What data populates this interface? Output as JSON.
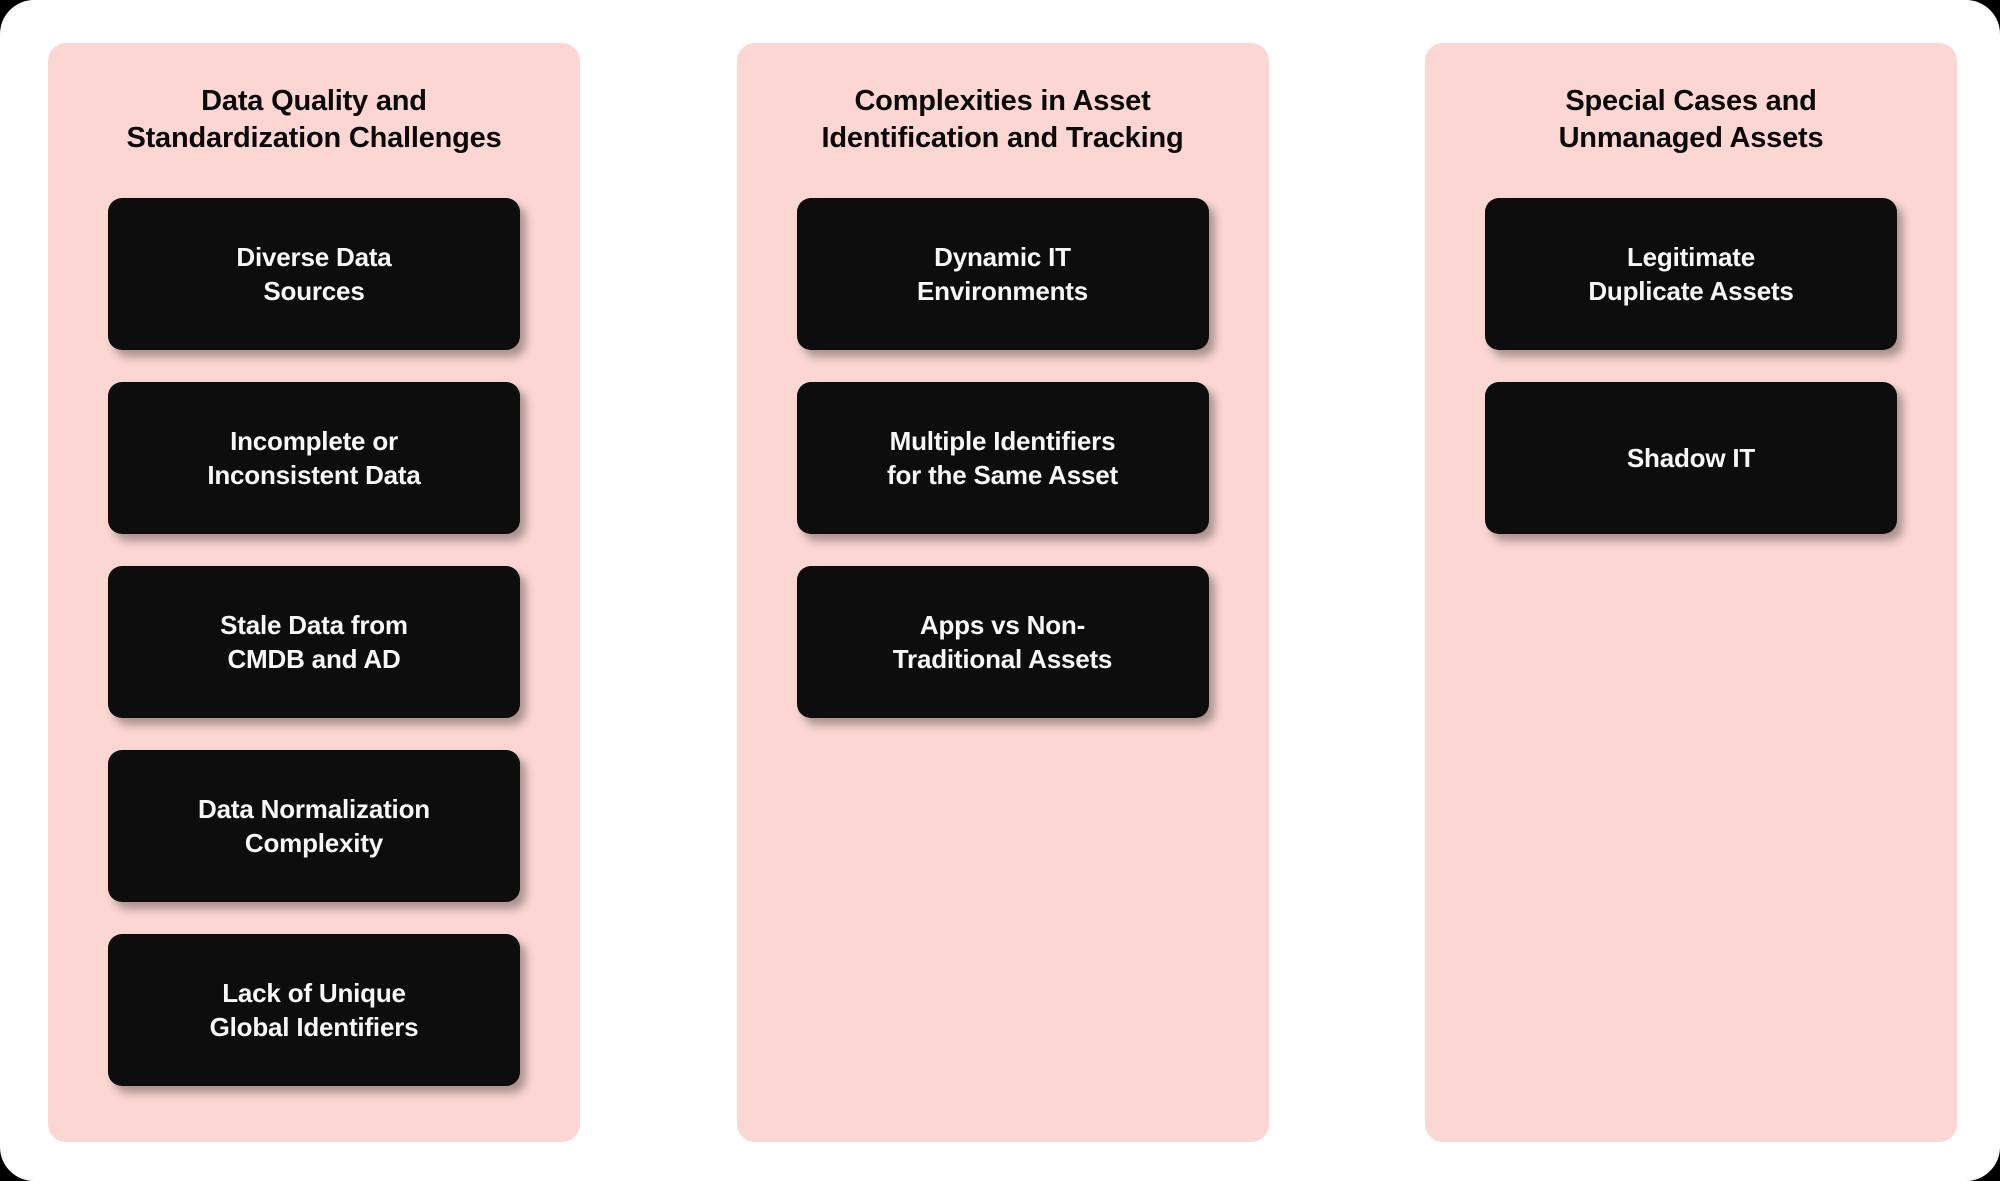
{
  "page": {
    "background_color": "#ffffff",
    "outer_color": "#000000",
    "panel_color": "#fbd6d2",
    "card_color": "#0d0d0d",
    "card_text_color": "#f7f7f7",
    "title_text_color": "#0a0a0a"
  },
  "columns": [
    {
      "title": "Data Quality and\nStandardization Challenges",
      "cards": [
        {
          "label": "Diverse Data\nSources"
        },
        {
          "label": "Incomplete or\nInconsistent Data"
        },
        {
          "label": "Stale Data from\nCMDB and AD"
        },
        {
          "label": "Data Normalization\nComplexity"
        },
        {
          "label": "Lack of Unique\nGlobal Identifiers"
        }
      ]
    },
    {
      "title": "Complexities in Asset\nIdentification and Tracking",
      "cards": [
        {
          "label": "Dynamic IT\nEnvironments"
        },
        {
          "label": "Multiple Identifiers\nfor the Same Asset"
        },
        {
          "label": "Apps vs Non-\nTraditional Assets"
        }
      ]
    },
    {
      "title": "Special Cases and\nUnmanaged Assets",
      "cards": [
        {
          "label": "Legitimate\nDuplicate Assets"
        },
        {
          "label": "Shadow IT"
        }
      ]
    }
  ]
}
